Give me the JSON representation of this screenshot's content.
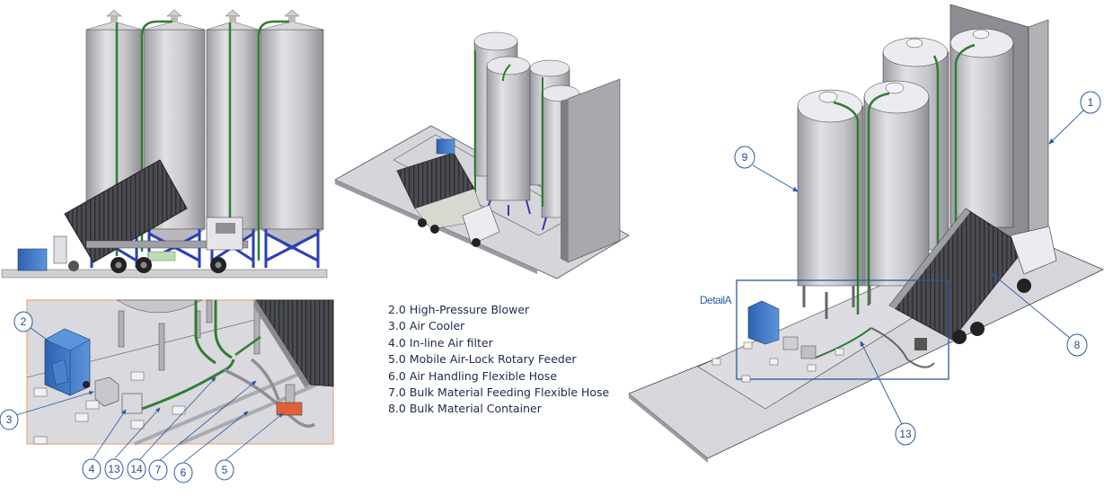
{
  "figure": {
    "views": [
      {
        "id": "side-elevation",
        "description": "Side elevation: four silos with tipping container truck"
      },
      {
        "id": "isometric-view",
        "description": "Isometric overview with silos and wall"
      },
      {
        "id": "isometric-detail-view",
        "description": "Isometric view with Detail A box"
      },
      {
        "id": "detail-a-closeup",
        "description": "Close-up of Detail A equipment"
      }
    ],
    "detail_box_label": "DetailA",
    "callouts_detail": [
      "2",
      "3",
      "4",
      "13",
      "14",
      "7",
      "6",
      "5"
    ],
    "callouts_main": [
      "1",
      "9",
      "8",
      "13"
    ],
    "colors": {
      "callout_stroke": "#2a5aa0",
      "hose_green": "#2f7d32",
      "blower_blue": "#3a78c9",
      "detail_border": "#f1b184",
      "silo_gray": "#c8c8cc",
      "support_blue": "#2a3fb8"
    }
  },
  "legend": {
    "items": [
      "2.0 High-Pressure Blower",
      "3.0 Air Cooler",
      "4.0 In-line Air filter",
      "5.0 Mobile Air-Lock Rotary Feeder",
      "6.0 Air Handling Flexible Hose",
      "7.0 Bulk Material Feeding Flexible Hose",
      "8.0 Bulk Material Container"
    ]
  }
}
